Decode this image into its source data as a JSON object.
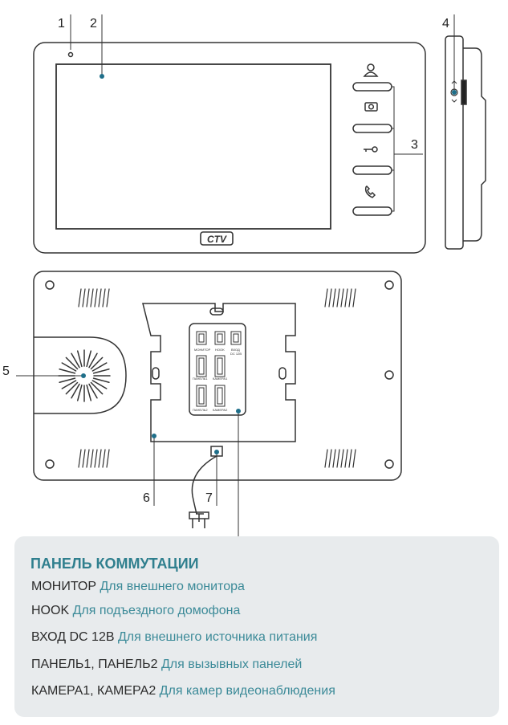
{
  "callouts": [
    "1",
    "2",
    "3",
    "4",
    "5",
    "6",
    "7"
  ],
  "logo": "CTV",
  "connectors": {
    "monitor": "МОНИТОР",
    "hook": "HOOK",
    "dc_in_1": "ВХОД",
    "dc_in_2": "DC 12В",
    "panel1": "ПАНЕЛЬ1",
    "camera1": "КАМЕРА1",
    "panel2": "ПАНЕЛЬ2",
    "camera2": "КАМЕРА2"
  },
  "legend": {
    "title": "ПАНЕЛЬ КОММУТАЦИИ",
    "rows": [
      {
        "name": "МОНИТОР",
        "desc": "Для внешнего монитора"
      },
      {
        "name": "HOOK",
        "desc": "Для подъездного домофона"
      },
      {
        "name": "ВХОД DC 12В",
        "desc": "Для внешнего источника питания"
      },
      {
        "name": "ПАНЕЛЬ1, ПАНЕЛЬ2",
        "desc": "Для вызывных панелей"
      },
      {
        "name": "КАМЕРА1, КАМЕРА2",
        "desc": "Для камер видеонаблюдения"
      }
    ]
  },
  "colors": {
    "accent": "#2f7f8e",
    "dot": "#1f6f8a",
    "panel_bg": "#e8ebed"
  }
}
